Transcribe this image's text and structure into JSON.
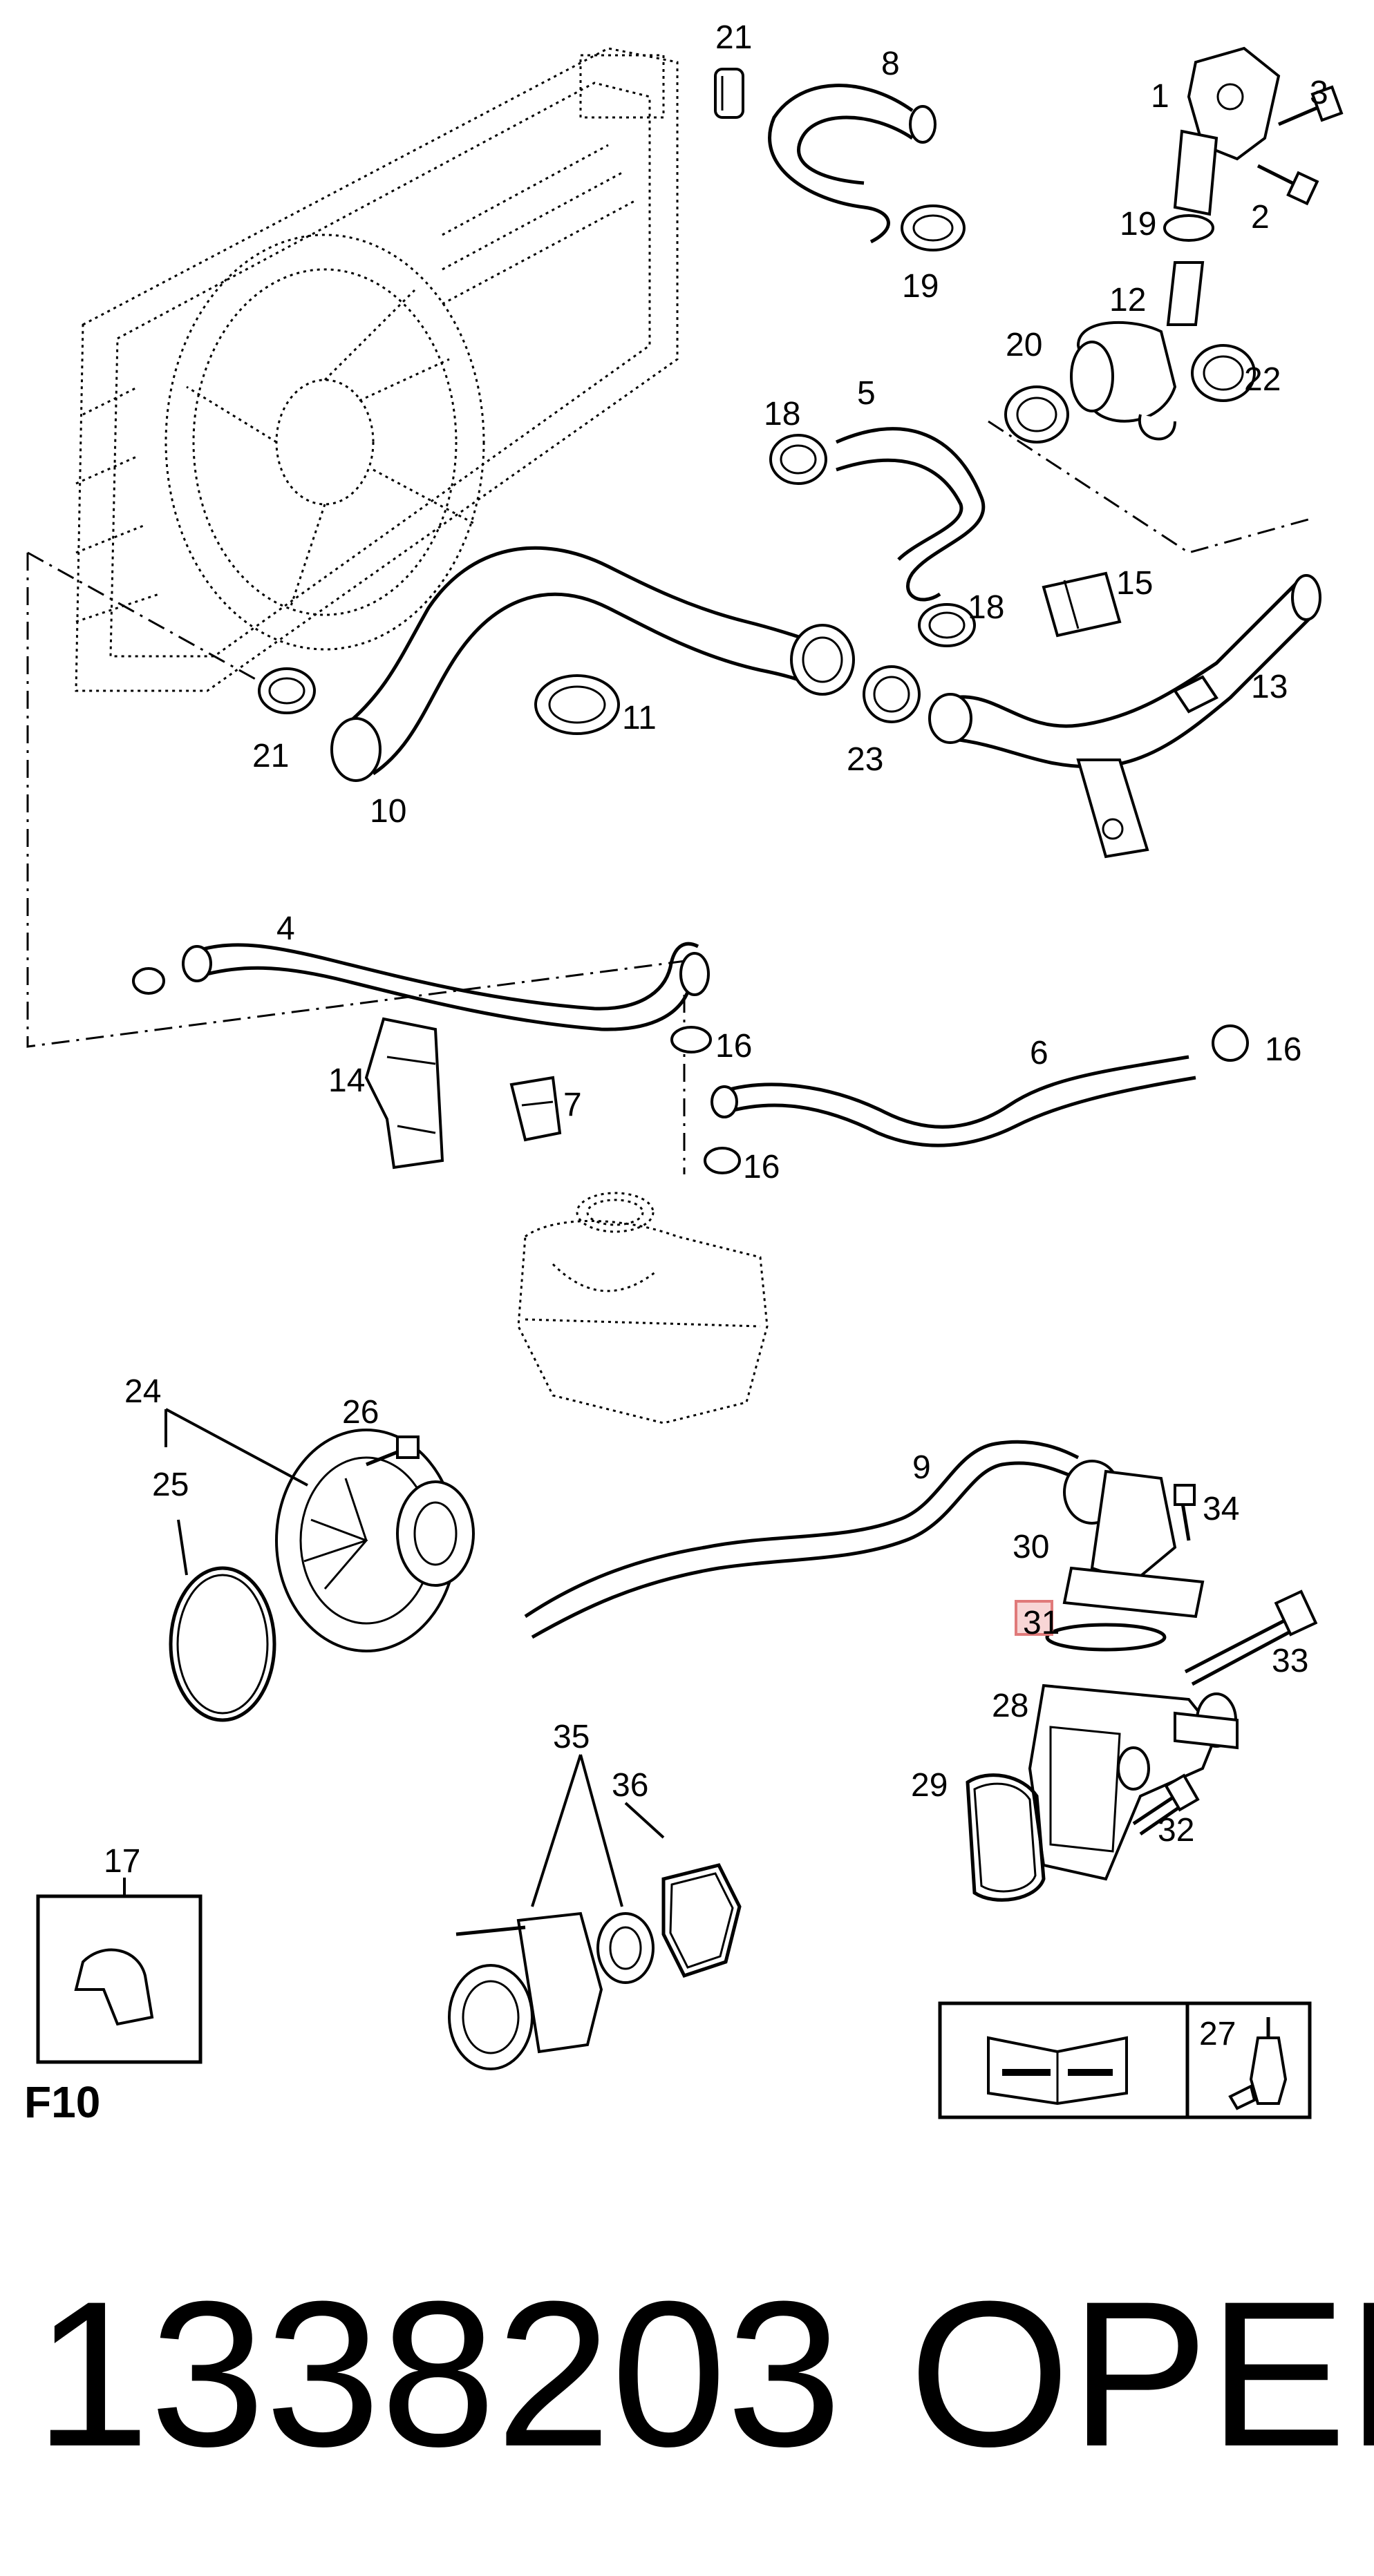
{
  "callouts": {
    "c1": "1",
    "c2": "2",
    "c3": "3",
    "c4": "4",
    "c5": "5",
    "c6": "6",
    "c7": "7",
    "c8": "8",
    "c9": "9",
    "c10": "10",
    "c11": "11",
    "c12": "12",
    "c13": "13",
    "c14": "14",
    "c15": "15",
    "c16a": "16",
    "c16b": "16",
    "c16c": "16",
    "c17": "17",
    "c18a": "18",
    "c18b": "18",
    "c19a": "19",
    "c19b": "19",
    "c20": "20",
    "c21a": "21",
    "c21b": "21",
    "c22": "22",
    "c23": "23",
    "c24": "24",
    "c25": "25",
    "c26": "26",
    "c27": "27",
    "c28": "28",
    "c29": "29",
    "c30": "30",
    "c31": "31",
    "c32": "32",
    "c33": "33",
    "c34": "34",
    "c35": "35",
    "c36": "36"
  },
  "section_label": "F10",
  "footer": {
    "part_number": "1338203",
    "brand": "OPEL"
  },
  "colors": {
    "line": "#000000",
    "background": "#ffffff",
    "highlight_box": "#e07a7a",
    "highlight_fill": "#f8d6d6"
  }
}
